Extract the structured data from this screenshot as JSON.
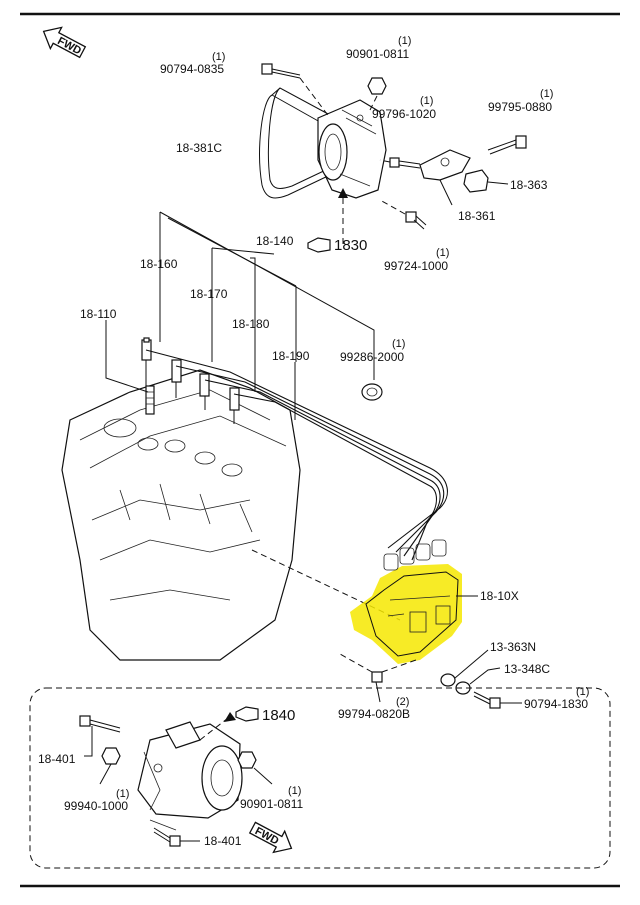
{
  "colors": {
    "ink": "#111111",
    "highlight": "#f6e800",
    "background": "#ffffff"
  },
  "fwd_label": "FWD",
  "references": {
    "alternator_group": "1830",
    "starter_group": "1840"
  },
  "parts": [
    {
      "id": "p1",
      "label": "90794-0835",
      "qty": "(1)"
    },
    {
      "id": "p2",
      "label": "90901-0811",
      "qty": "(1)"
    },
    {
      "id": "p3",
      "label": "99796-1020",
      "qty": "(1)"
    },
    {
      "id": "p4",
      "label": "99795-0880",
      "qty": "(1)"
    },
    {
      "id": "p5",
      "label": "18-381C",
      "qty": ""
    },
    {
      "id": "p6",
      "label": "18-363",
      "qty": ""
    },
    {
      "id": "p7",
      "label": "18-361",
      "qty": ""
    },
    {
      "id": "p8",
      "label": "18-140",
      "qty": ""
    },
    {
      "id": "p9",
      "label": "99724-1000",
      "qty": "(1)"
    },
    {
      "id": "p10",
      "label": "18-160",
      "qty": ""
    },
    {
      "id": "p11",
      "label": "18-170",
      "qty": ""
    },
    {
      "id": "p12",
      "label": "18-110",
      "qty": ""
    },
    {
      "id": "p13",
      "label": "18-180",
      "qty": ""
    },
    {
      "id": "p14",
      "label": "99286-2000",
      "qty": "(1)"
    },
    {
      "id": "p15",
      "label": "18-190",
      "qty": ""
    },
    {
      "id": "p16",
      "label": "18-10X",
      "qty": ""
    },
    {
      "id": "p17",
      "label": "13-363N",
      "qty": ""
    },
    {
      "id": "p18",
      "label": "13-348C",
      "qty": ""
    },
    {
      "id": "p19",
      "label": "90794-1830",
      "qty": "(1)"
    },
    {
      "id": "p20",
      "label": "99794-0820B",
      "qty": "(2)"
    },
    {
      "id": "p21",
      "label": "18-401",
      "qty": ""
    },
    {
      "id": "p22",
      "label": "99940-1000",
      "qty": "(1)"
    },
    {
      "id": "p23",
      "label": "90901-0811",
      "qty": "(1)"
    },
    {
      "id": "p24",
      "label": "18-401",
      "qty": ""
    }
  ]
}
